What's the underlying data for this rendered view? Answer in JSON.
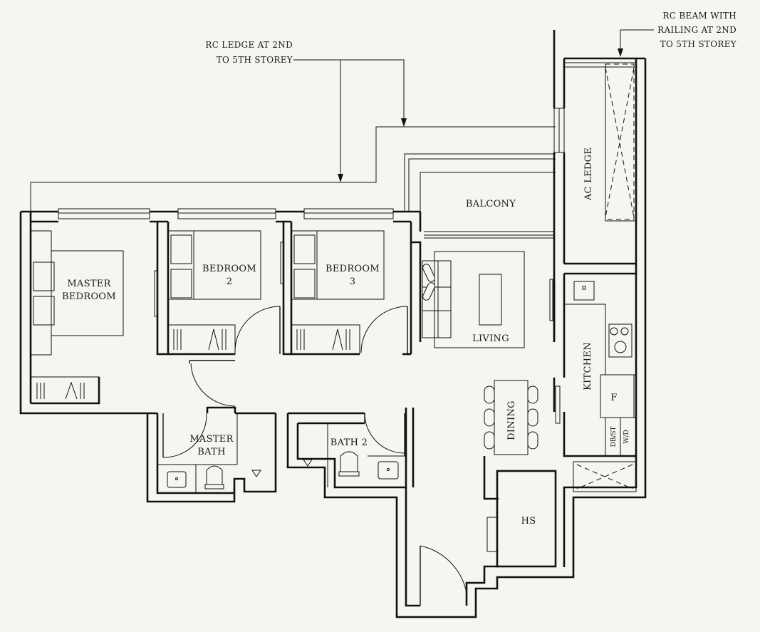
{
  "labels": {
    "master_bedroom_1": "MASTER",
    "master_bedroom_2": "BEDROOM",
    "bedroom2_1": "BEDROOM",
    "bedroom2_2": "2",
    "bedroom3_1": "BEDROOM",
    "bedroom3_2": "3",
    "balcony": "BALCONY",
    "living": "LIVING",
    "ac_ledge": "AC LEDGE",
    "kitchen": "KITCHEN",
    "dining": "DINING",
    "master_bath_1": "MASTER",
    "master_bath_2": "BATH",
    "bath2": "BATH 2",
    "hs": "HS",
    "fridge": "F",
    "dbst": "DB/ST",
    "wd": "W/D"
  },
  "notes": {
    "rc_ledge_1": "RC LEDGE AT 2ND",
    "rc_ledge_2": "TO 5TH STOREY",
    "rc_beam_1": "RC BEAM WITH",
    "rc_beam_2": "RAILING AT 2ND",
    "rc_beam_3": "TO 5TH STOREY"
  }
}
